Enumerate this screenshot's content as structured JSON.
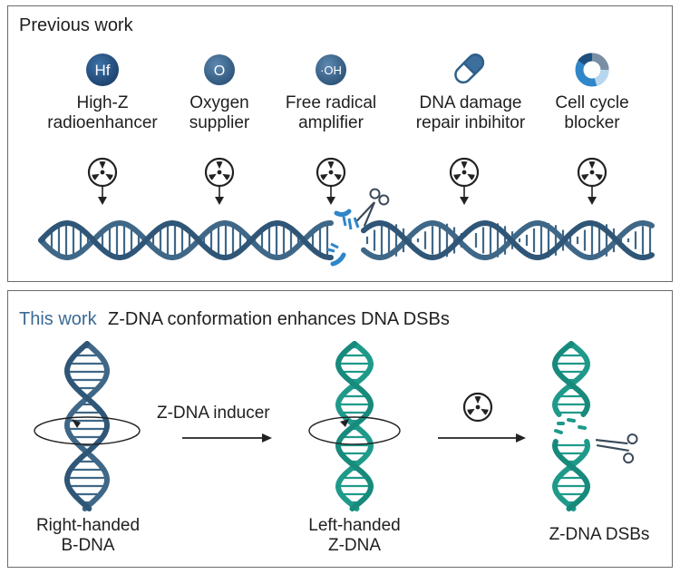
{
  "top_panel": {
    "title": "Previous work",
    "strategies": [
      {
        "icon_text": "Hf",
        "icon": "hf-atom-icon",
        "label": "High-Z\nradioenhancer"
      },
      {
        "icon_text": "O",
        "icon": "oxygen-atom-icon",
        "label": "Oxygen\nsupplier"
      },
      {
        "icon_text": "·OH",
        "icon": "hydroxyl-radical-icon",
        "label": "Free radical\namplifier"
      },
      {
        "icon_text": "",
        "icon": "pill-capsule-icon",
        "label": "DNA damage\nrepair inbihitor"
      },
      {
        "icon_text": "",
        "icon": "cell-cycle-ring-icon",
        "label": "Cell cycle\nblocker"
      }
    ]
  },
  "bottom_panel": {
    "title_highlight": "This work",
    "title_rest": "Z-DNA conformation enhances DNA DSBs",
    "arrow1_label": "Z-DNA inducer",
    "stages": [
      {
        "label": "Right-handed\nB-DNA"
      },
      {
        "label": "Left-handed\nZ-DNA"
      },
      {
        "label": "Z-DNA DSBs"
      }
    ]
  },
  "colors": {
    "dna_blue": "#3f6787",
    "dna_teal": "#1f9a8a",
    "accent_blue": "#2f86c9",
    "icon_navy": "#1f4f7f",
    "border": "#6b6b6b"
  }
}
